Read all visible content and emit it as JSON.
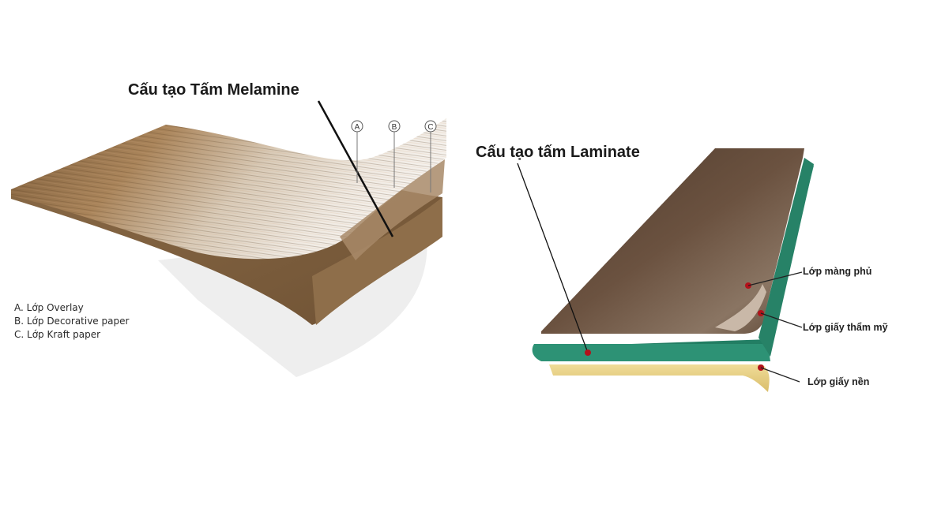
{
  "melamine": {
    "title": "Cấu tạo  Tấm Melamine",
    "markers": [
      "A",
      "B",
      "C"
    ],
    "legend": [
      "A. Lớp Overlay",
      "B. Lớp Decorative paper",
      "C. Lớp Kraft paper"
    ],
    "colors": {
      "wood_light": "#b08a5e",
      "wood_dark": "#6e4e2e",
      "kraft": "#8a6a46",
      "overlay": "#ece8e2"
    }
  },
  "laminate": {
    "title": "Cấu tạo tấm Laminate",
    "labels": [
      "Lớp màng phủ",
      "Lớp giấy thẩm mỹ",
      "Lớp giấy nền"
    ],
    "colors": {
      "wood_top": "#5a4332",
      "core_green": "#2e8f74",
      "backing_yellow": "#e6cf88",
      "dot_red": "#b3121b"
    }
  }
}
